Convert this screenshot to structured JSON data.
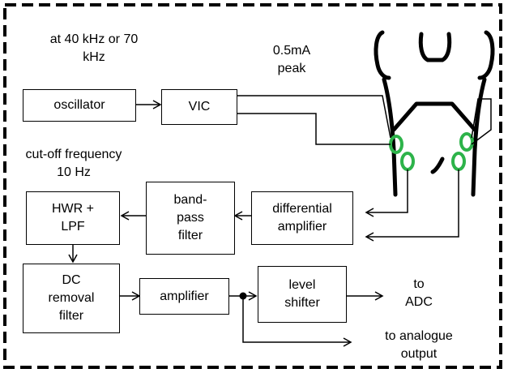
{
  "annotations": {
    "frequency_note": "at 40 kHz or 70\nkHz",
    "current_note": "0.5mA\npeak",
    "cutoff_note": "cut-off frequency\n10 Hz",
    "output_adc": "to\nADC",
    "output_analogue": "to analogue\noutput"
  },
  "blocks": {
    "oscillator": "oscillator",
    "vic": "VIC",
    "hwr_lpf": "HWR +\nLPF",
    "band_pass_filter": "band-\npass\nfilter",
    "differential_amplifier": "differential\namplifier",
    "dc_removal_filter": "DC\nremoval\nfilter",
    "amplifier": "amplifier",
    "level_shifter": "level\nshifter"
  },
  "colors": {
    "line": "#000000",
    "electrode": "#2db34a",
    "background": "#ffffff"
  },
  "icons": {
    "body_figure": "human-torso-icon",
    "electrode": "electrode-ring-icon"
  }
}
